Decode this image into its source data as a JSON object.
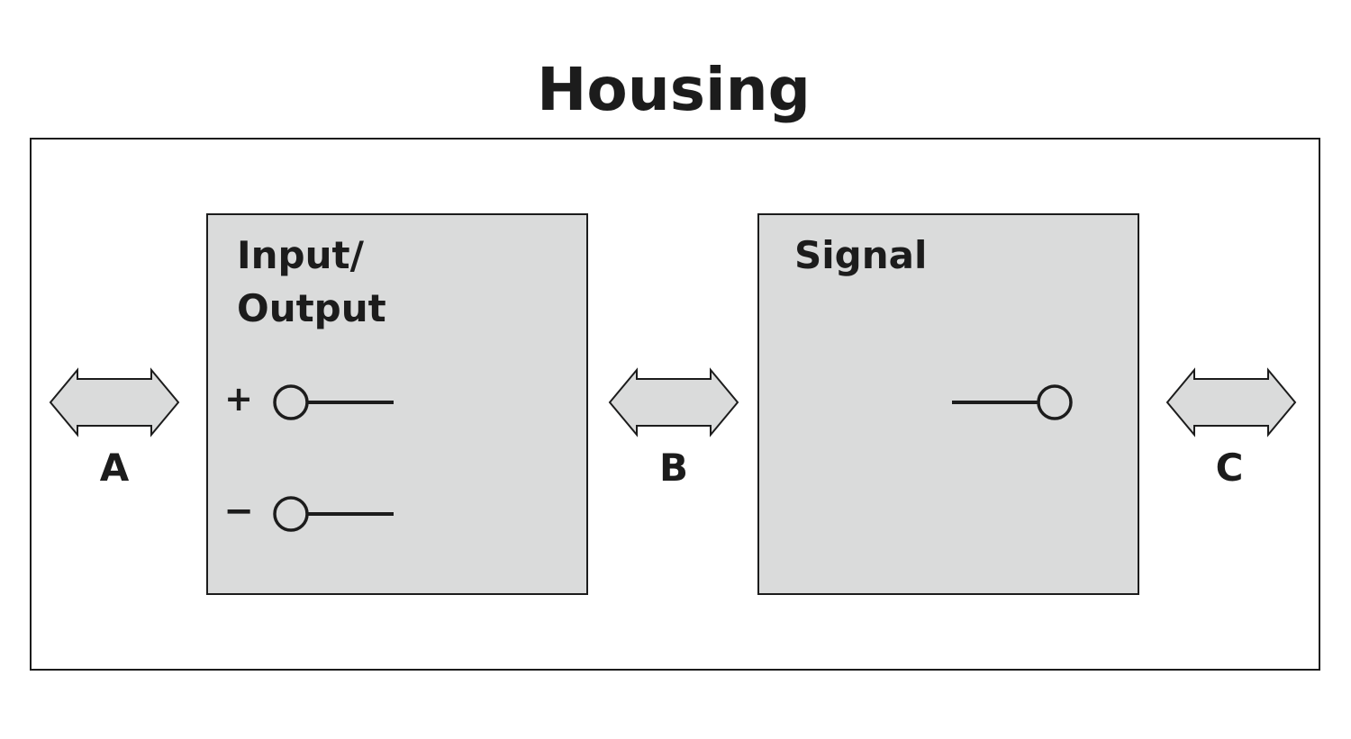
{
  "title": "Housing",
  "blocks": {
    "io": {
      "label_line1": "Input/",
      "label_line2": "Output",
      "plus_sign": "+",
      "minus_sign": "−"
    },
    "signal": {
      "label": "Signal"
    }
  },
  "connectors": {
    "a": "A",
    "b": "B",
    "c": "C"
  },
  "colors": {
    "block_fill": "#dadbdb",
    "stroke": "#1c1c1c",
    "background": "#ffffff",
    "arrow_fill": "#dadbdb"
  }
}
